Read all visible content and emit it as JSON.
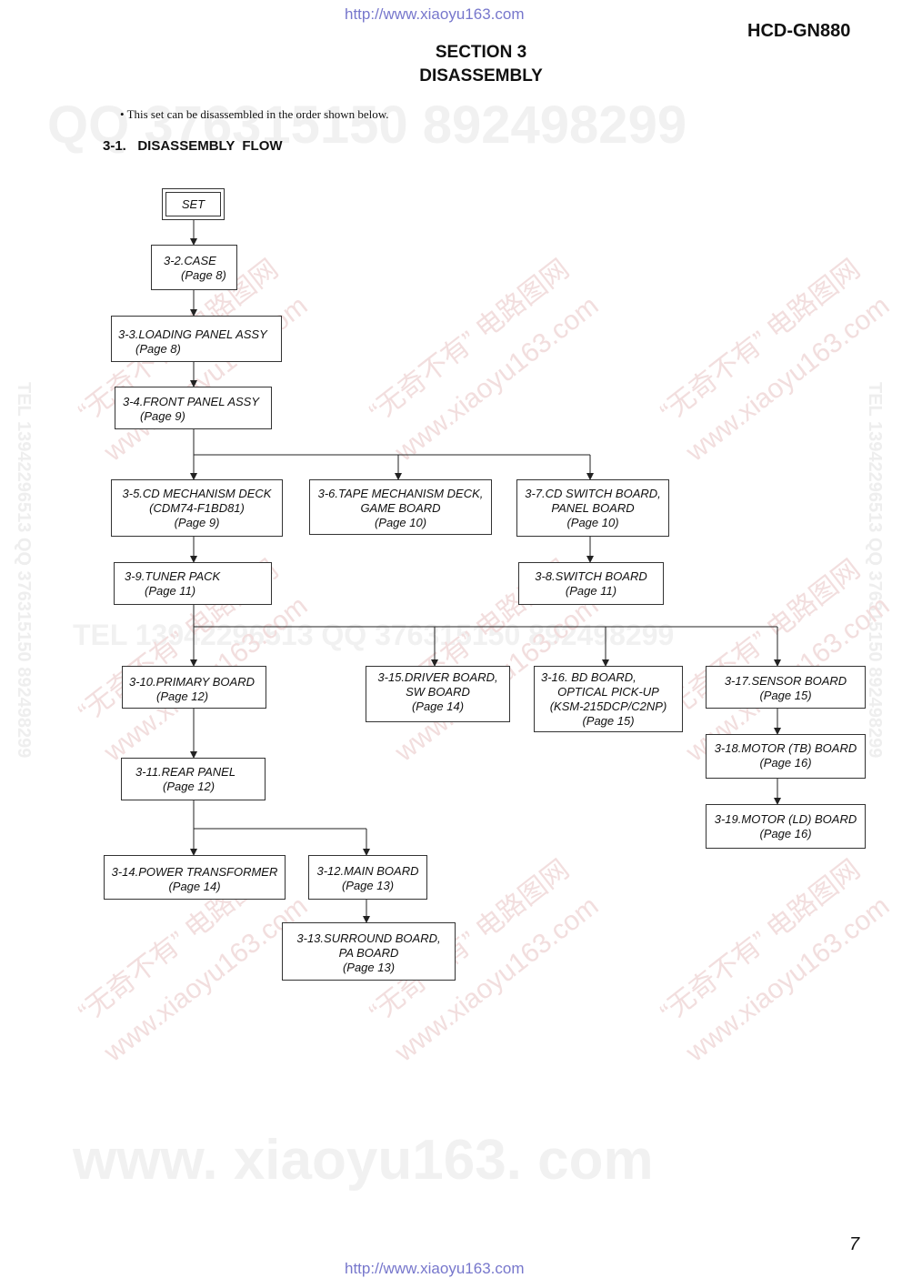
{
  "header": {
    "url_top": "http://www.xiaoyu163.com",
    "model": "HCD-GN880",
    "section_line1": "SECTION 3",
    "section_line2": "DISASSEMBLY"
  },
  "intro_note": "• This set can be disassembled in the order shown below.",
  "flow_heading": "3-1.   DISASSEMBLY  FLOW",
  "nodes": {
    "set": [
      "SET"
    ],
    "case": [
      "3-2.CASE",
      "(Page 8)"
    ],
    "loading": [
      "3-3.LOADING PANEL ASSY",
      "(Page 8)"
    ],
    "front": [
      "3-4.FRONT PANEL ASSY",
      "(Page 9)"
    ],
    "cdmech": [
      "3-5.CD MECHANISM DECK",
      "(CDM74-F1BD81)",
      "(Page 9)"
    ],
    "tape": [
      "3-6.TAPE MECHANISM DECK,",
      "GAME BOARD",
      "(Page 10)"
    ],
    "cdswitch": [
      "3-7.CD SWITCH BOARD,",
      "PANEL BOARD",
      "(Page 10)"
    ],
    "tuner": [
      "3-9.TUNER PACK",
      "(Page 11)"
    ],
    "switch": [
      "3-8.SWITCH BOARD",
      "(Page 11)"
    ],
    "primary": [
      "3-10.PRIMARY BOARD",
      "(Page 12)"
    ],
    "driver": [
      "3-15.DRIVER BOARD,",
      "SW BOARD",
      "(Page 14)"
    ],
    "bd": [
      "3-16. BD BOARD,",
      "OPTICAL PICK-UP",
      "(KSM-215DCP/C2NP)",
      "(Page 15)"
    ],
    "sensor": [
      "3-17.SENSOR BOARD",
      "(Page 15)"
    ],
    "motortb": [
      "3-18.MOTOR (TB) BOARD",
      "(Page 16)"
    ],
    "motorld": [
      "3-19.MOTOR (LD) BOARD",
      "(Page 16)"
    ],
    "rear": [
      "3-11.REAR PANEL",
      "(Page 12)"
    ],
    "power": [
      "3-14.POWER TRANSFORMER",
      "(Page 14)"
    ],
    "main": [
      "3-12.MAIN BOARD",
      "(Page 13)"
    ],
    "surround": [
      "3-13.SURROUND BOARD,",
      "PA BOARD",
      "(Page 13)"
    ]
  },
  "page_number": "7",
  "footer": {
    "url_bottom": "http://www.xiaoyu163.com"
  },
  "watermarks": {
    "qq": "QQ 376315150      892498299",
    "tel": "TEL 13942296513     QQ 376315150  892498299",
    "www": "www. xiaoyu163. com",
    "diag_cn": "“无奇不有”  电路图网",
    "diag_url": "www.xiaoyu163.com",
    "vertical": "TEL 13942296513  QQ 376315150  892498299"
  }
}
